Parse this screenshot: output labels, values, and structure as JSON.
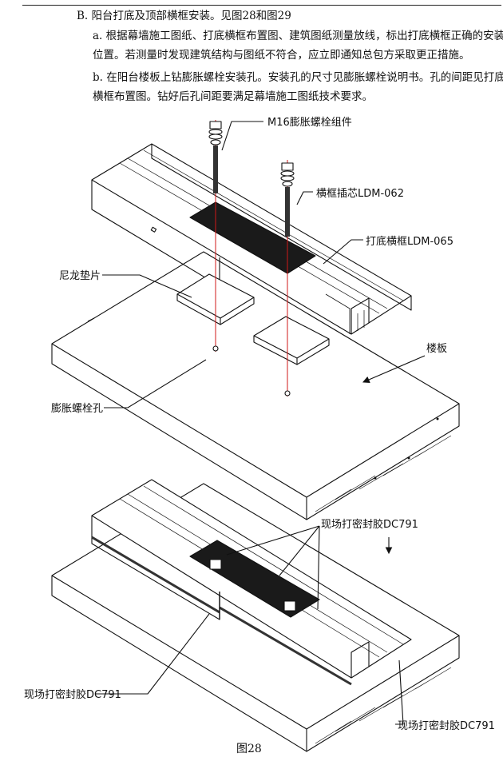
{
  "document": {
    "heading": "B. 阳台打底及顶部横框安装。见图28和图29",
    "item_a_line1": "a. 根据幕墙施工图纸、打底横框布置图、建筑图纸测量放线，标出打底横框正确的安装",
    "item_a_line2": "位置。若测量时发现建筑结构与图纸不符合，应立即通知总包方采取更正措施。",
    "item_b_line1": "b. 在阳台楼板上钻膨胀螺栓安装孔。安装孔的尺寸见膨胀螺栓说明书。孔的间距见打底",
    "item_b_line2": "横框布置图。钻好后孔间距要满足幕墙施工图纸技术要求。"
  },
  "figure": {
    "labels": {
      "bolt_assembly": "M16膨胀螺栓组件",
      "transom_insert": "横框插芯LDM-062",
      "base_transom": "打底横框LDM-065",
      "nylon_shim": "尼龙垫片",
      "floor_slab": "楼板",
      "bolt_hole": "膨胀螺栓孔",
      "sealant_top": "现场打密封胶DC791",
      "sealant_left": "现场打密封胶DC791",
      "sealant_right": "现场打密封胶DC791"
    },
    "caption": "图28",
    "colors": {
      "bolt_axis": "#d01818",
      "ink": "#111111",
      "fill_dark": "#1a1a1a"
    }
  }
}
